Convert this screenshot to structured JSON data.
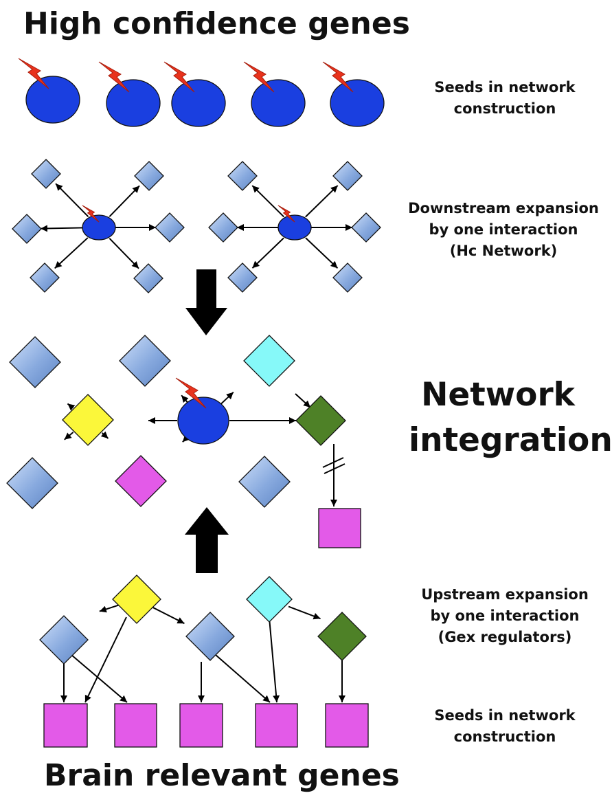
{
  "title_top": "High confidence genes",
  "title_bottom": "Brain relevant genes",
  "labels": {
    "seeds_top": [
      "Seeds in network",
      "construction"
    ],
    "downstream": [
      "Downstream expansion",
      "by one interaction",
      "(Hc Network)"
    ],
    "integration": [
      "Network",
      "integration"
    ],
    "upstream": [
      "Upstream expansion",
      "by one interaction",
      "(Gex regulators)"
    ],
    "seeds_bottom": [
      "Seeds in network",
      "construction"
    ]
  },
  "colors": {
    "seed_blue": "#1a3fe0",
    "gene_diamond": "#87a9de",
    "yellow": "#fbf73a",
    "cyan": "#86f9f9",
    "green": "#4e8127",
    "magenta": "#e35ae8",
    "bolt": "#e8321c"
  }
}
